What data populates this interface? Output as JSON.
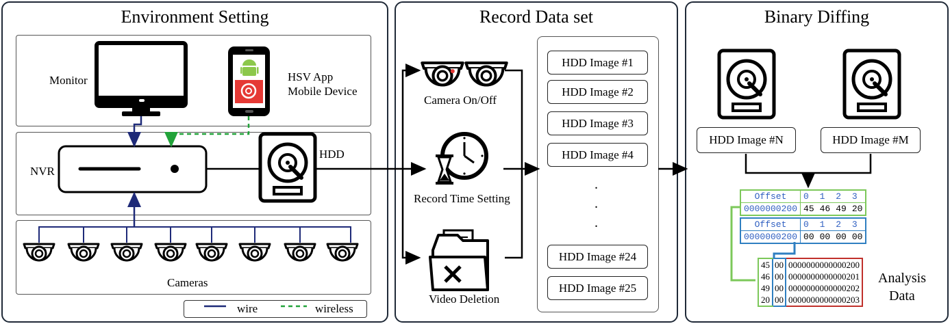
{
  "panels": {
    "env": "Environment Setting",
    "record": "Record Data set",
    "diff": "Binary Diffing"
  },
  "env": {
    "monitor": "Monitor",
    "app_line1": "HSV App",
    "app_line2": "Mobile Device",
    "nvr": "NVR",
    "hdd": "HDD",
    "cameras": "Cameras",
    "legend": {
      "wire": "wire",
      "wireless": "wireless"
    }
  },
  "record": {
    "camera_onoff": "Camera On/Off",
    "record_time": "Record Time Setting",
    "video_deletion": "Video Deletion",
    "images": [
      "HDD Image #1",
      "HDD Image #2",
      "HDD Image #3",
      "HDD Image #4",
      "HDD Image #24",
      "HDD Image #25"
    ],
    "ellipsis": "."
  },
  "diff": {
    "image_n": "HDD Image #N",
    "image_m": "HDD Image #M",
    "table1": {
      "header": [
        "Offset",
        "0",
        "1",
        "2",
        "3"
      ],
      "row": [
        "0000000200",
        "45",
        "46",
        "49",
        "20"
      ]
    },
    "table2": {
      "header": [
        "Offset",
        "0",
        "1",
        "2",
        "3"
      ],
      "row": [
        "0000000200",
        "00",
        "00",
        "00",
        "00"
      ]
    },
    "result_rows": [
      [
        "45",
        "00",
        "0000000000000200"
      ],
      [
        "46",
        "00",
        "0000000000000201"
      ],
      [
        "49",
        "00",
        "0000000000000202"
      ],
      [
        "20",
        "00",
        "0000000000000203"
      ]
    ],
    "analysis_line1": "Analysis",
    "analysis_line2": "Data"
  },
  "colors": {
    "wire": "#1e2a78",
    "wireless": "#22a33a",
    "table1_border": "#7cc85a",
    "table2_border": "#2f7fc1",
    "result_border": "#c0302b",
    "hex_header": "#2f5fc1",
    "android": "#8cc84b",
    "app_red": "#e53935"
  }
}
